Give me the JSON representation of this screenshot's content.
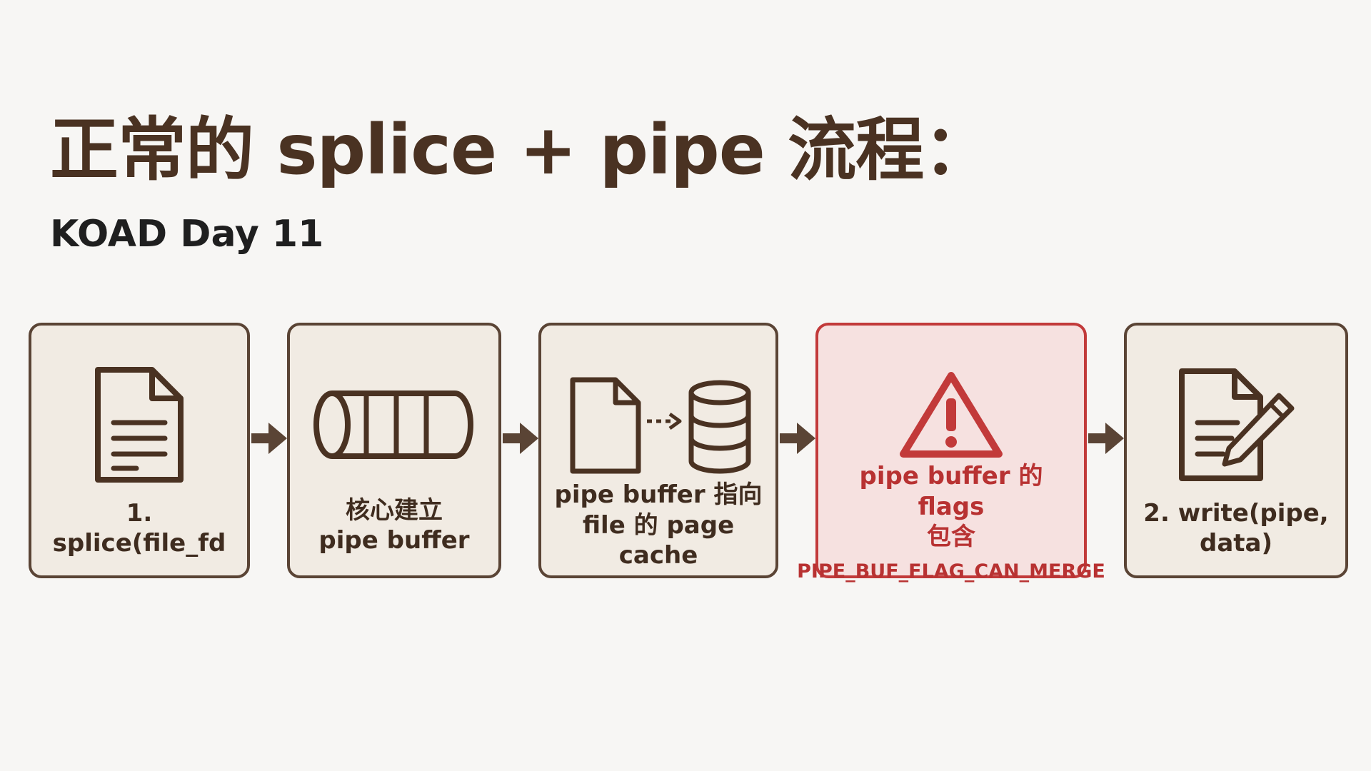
{
  "header": {
    "title": "正常的 splice + pipe 流程：",
    "subtitle": "KOAD Day 11"
  },
  "colors": {
    "background": "#f7f6f4",
    "box_fill": "#f1ebe3",
    "box_border": "#5a4435",
    "warn_fill": "#f6e1e0",
    "warn_border": "#c23a3a",
    "warn_text": "#b83232",
    "arrow": "#5a4435"
  },
  "steps": [
    {
      "icon": "document-icon",
      "lines": [
        "1. splice(file_fd"
      ]
    },
    {
      "icon": "pipe-cylinder-icon",
      "lines": [
        "核心建立",
        "pipe buffer"
      ]
    },
    {
      "icon": "file-to-database-icon",
      "lines": [
        "pipe buffer 指向",
        "file 的 page cache"
      ]
    },
    {
      "icon": "warning-icon",
      "lines": [
        "pipe buffer 的 flags",
        "包含",
        "PIPE_BUF_FLAG_CAN_MERGE"
      ]
    },
    {
      "icon": "document-edit-icon",
      "lines": [
        "2. write(pipe, data)"
      ]
    }
  ]
}
